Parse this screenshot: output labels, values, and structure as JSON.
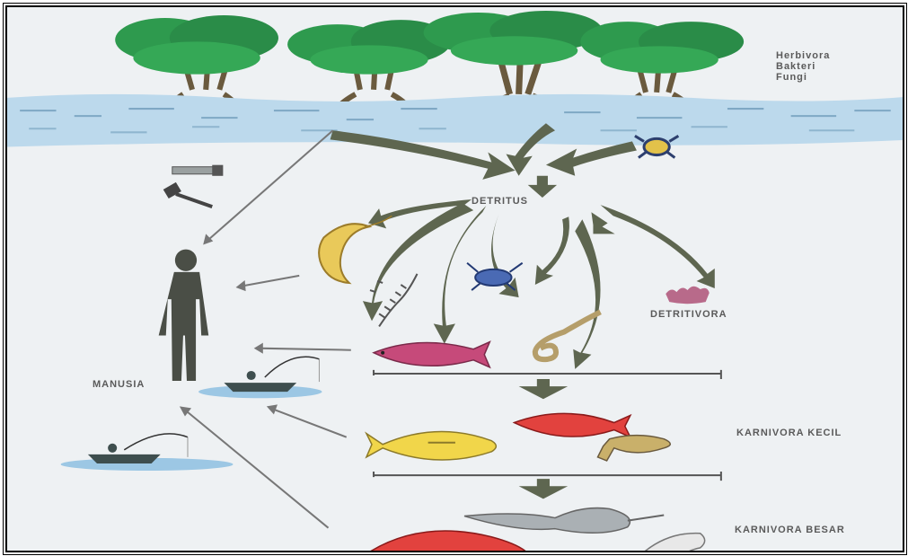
{
  "labels": {
    "top_right_line1": "Herbivora",
    "top_right_line2": "Bakteri",
    "top_right_line3": "Fungi",
    "detritus": "DETRITUS",
    "detritivora": "DETRITIVORA",
    "manusia": "MANUSIA",
    "karnivora_kecil": "KARNIVORA KECIL",
    "karnivora_besar": "KARNIVORA BESAR"
  },
  "colors": {
    "tree_canopy": "#2e9a4e",
    "tree_trunk": "#6a5a3e",
    "water": "#bcd9ec",
    "arrow": "#5e6650",
    "human": "#4a4e46",
    "shrimp": "#e9c95a",
    "crab": "#3e5a9e",
    "fish_magenta": "#c64a7a",
    "fish_yellow": "#f1d64a",
    "fish_red": "#e2423e",
    "coral": "#b86a8a"
  }
}
